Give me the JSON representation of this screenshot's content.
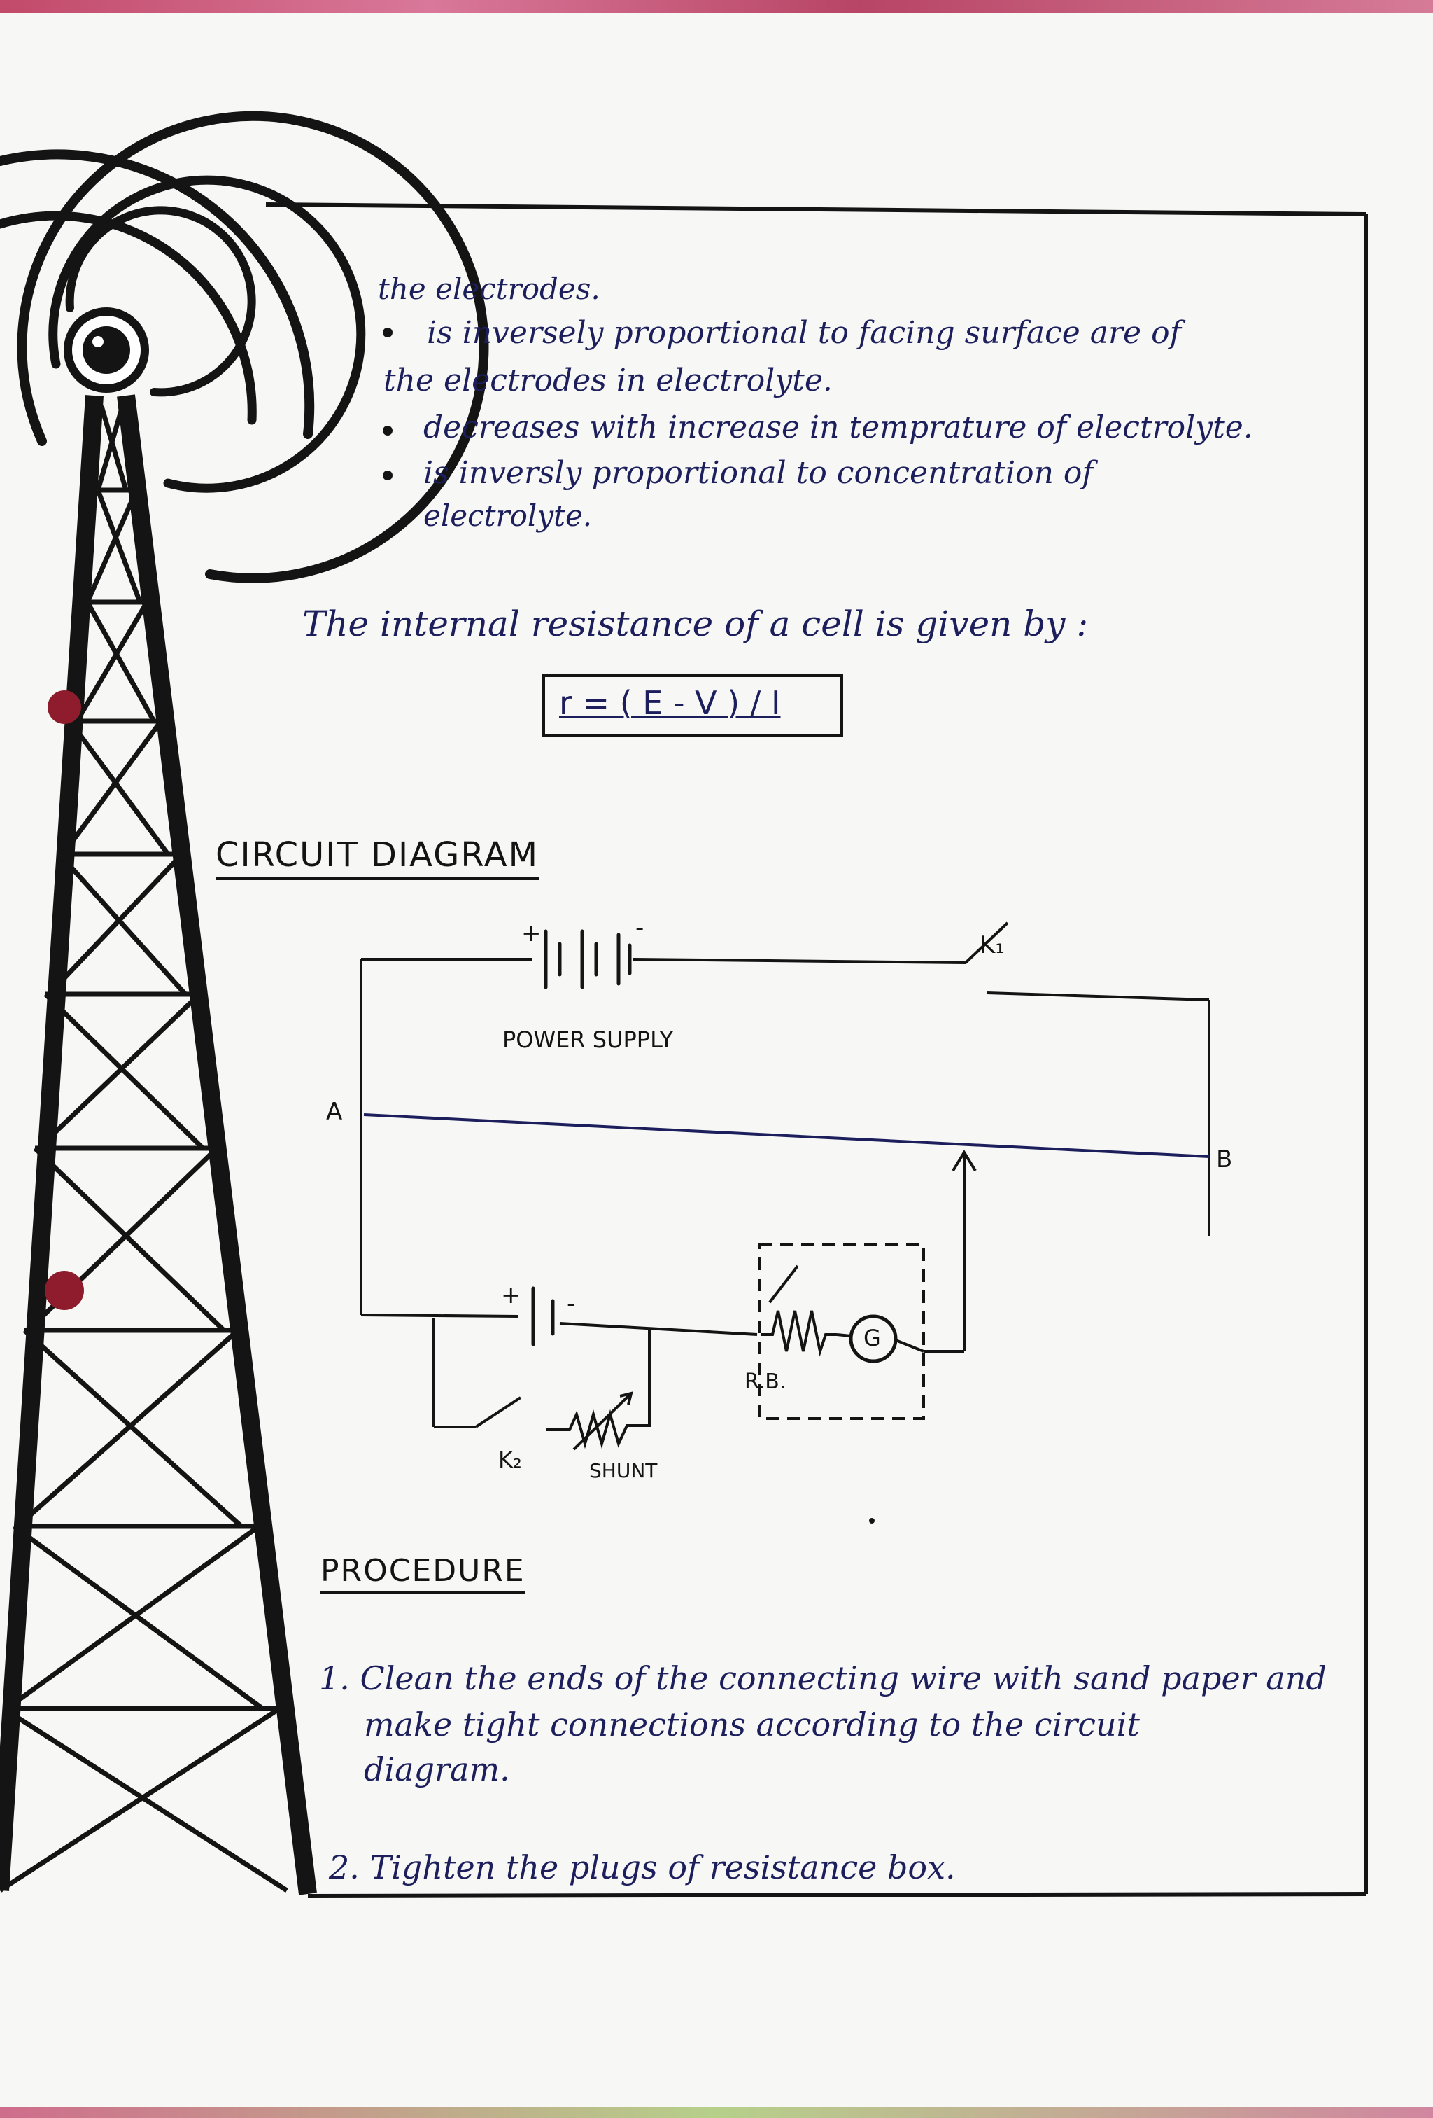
{
  "theory": {
    "line_top": "the electrodes.",
    "bullet1_a": "is inversely proportional to facing surface are of",
    "bullet1_b": "the electrodes in electrolyte.",
    "bullet2": "decreases with increase in temprature of electrolyte.",
    "bullet3_a": "is inversly proportional to concentration of",
    "bullet3_b": "electrolyte.",
    "intro": "The internal resistance of a cell is given by :",
    "formula": "r = ( E - V ) / I"
  },
  "circuit": {
    "heading": "CIRCUIT DIAGRAM",
    "labels": {
      "power_supply": "POWER SUPPLY",
      "key1": "K₁",
      "key2": "K₂",
      "point_a": "A",
      "point_b": "B",
      "resistance_box": "R.B.",
      "galvanometer": "G",
      "shunt": "SHUNT",
      "plus": "+",
      "minus": "-"
    }
  },
  "procedure": {
    "heading": "PROCEDURE",
    "step1_a": "1. Clean the ends of the connecting wire with sand paper and",
    "step1_b": "make tight connections according to the circuit",
    "step1_c": "diagram.",
    "step2": "2. Tighten the plugs of resistance box."
  }
}
